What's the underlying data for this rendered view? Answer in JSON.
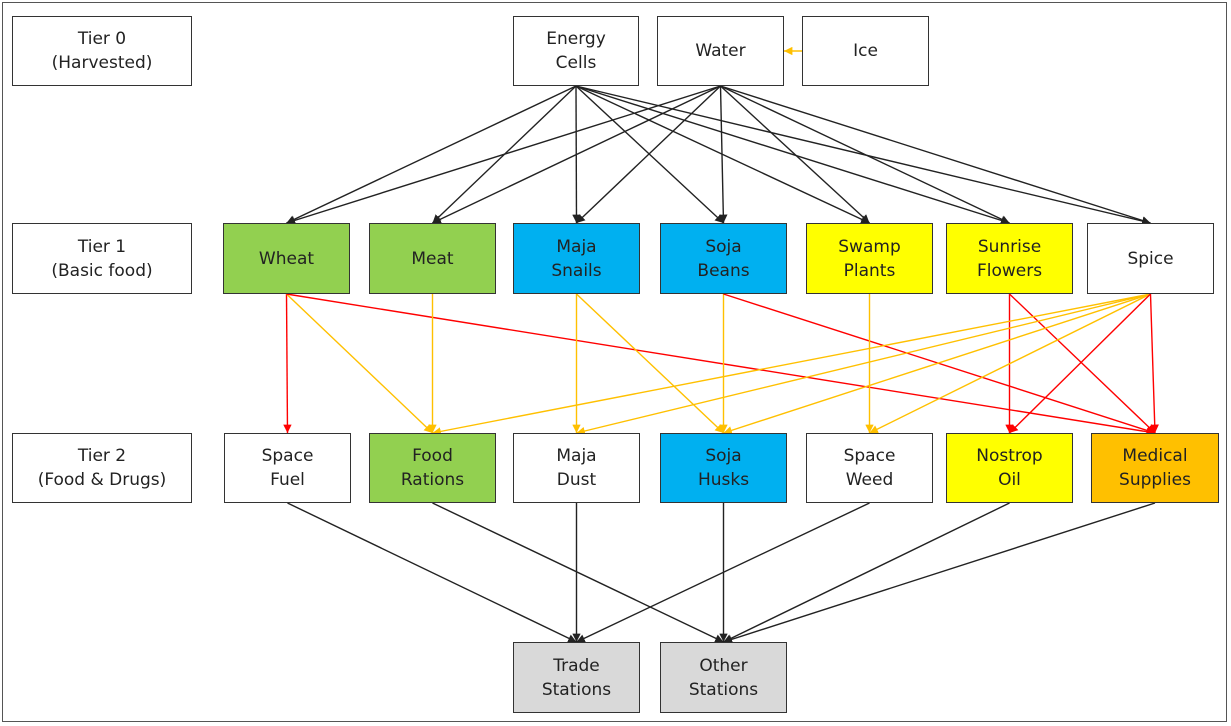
{
  "tiers": [
    {
      "id": "tier0",
      "label": "Tier 0\n(Harvested)"
    },
    {
      "id": "tier1",
      "label": "Tier 1\n(Basic food)"
    },
    {
      "id": "tier2",
      "label": "Tier 2\n(Food & Drugs)"
    }
  ],
  "colors": {
    "green": "#92d050",
    "blue": "#00b0f0",
    "yellow": "#ffff00",
    "orange": "#ffc000",
    "grey": "#d9d9d9",
    "white": "#ffffff",
    "edge_black": "#222222",
    "edge_orange": "#ffc000",
    "edge_red": "#ff0000"
  },
  "nodes": [
    {
      "id": "energy_cells",
      "label": "Energy\nCells",
      "tier": 0,
      "color": "white"
    },
    {
      "id": "water",
      "label": "Water",
      "tier": 0,
      "color": "white"
    },
    {
      "id": "ice",
      "label": "Ice",
      "tier": 0,
      "color": "white"
    },
    {
      "id": "wheat",
      "label": "Wheat",
      "tier": 1,
      "color": "green"
    },
    {
      "id": "meat",
      "label": "Meat",
      "tier": 1,
      "color": "green"
    },
    {
      "id": "maja_snails",
      "label": "Maja\nSnails",
      "tier": 1,
      "color": "blue"
    },
    {
      "id": "soja_beans",
      "label": "Soja\nBeans",
      "tier": 1,
      "color": "blue"
    },
    {
      "id": "swamp_plants",
      "label": "Swamp\nPlants",
      "tier": 1,
      "color": "yellow"
    },
    {
      "id": "sunrise_flowers",
      "label": "Sunrise\nFlowers",
      "tier": 1,
      "color": "yellow"
    },
    {
      "id": "spice",
      "label": "Spice",
      "tier": 1,
      "color": "white"
    },
    {
      "id": "space_fuel",
      "label": "Space\nFuel",
      "tier": 2,
      "color": "white"
    },
    {
      "id": "food_rations",
      "label": "Food\nRations",
      "tier": 2,
      "color": "green"
    },
    {
      "id": "maja_dust",
      "label": "Maja\nDust",
      "tier": 2,
      "color": "white"
    },
    {
      "id": "soja_husks",
      "label": "Soja\nHusks",
      "tier": 2,
      "color": "blue"
    },
    {
      "id": "space_weed",
      "label": "Space\nWeed",
      "tier": 2,
      "color": "white"
    },
    {
      "id": "nostrop_oil",
      "label": "Nostrop\nOil",
      "tier": 2,
      "color": "yellow"
    },
    {
      "id": "medical_supplies",
      "label": "Medical\nSupplies",
      "tier": 2,
      "color": "orange"
    },
    {
      "id": "trade_stations",
      "label": "Trade\nStations",
      "tier": 3,
      "color": "grey"
    },
    {
      "id": "other_stations",
      "label": "Other\nStations",
      "tier": 3,
      "color": "grey"
    }
  ],
  "edges": [
    {
      "from": "ice",
      "to": "water",
      "color": "edge_orange"
    },
    {
      "from": "energy_cells",
      "to": "wheat",
      "color": "edge_black"
    },
    {
      "from": "energy_cells",
      "to": "meat",
      "color": "edge_black"
    },
    {
      "from": "energy_cells",
      "to": "maja_snails",
      "color": "edge_black"
    },
    {
      "from": "energy_cells",
      "to": "soja_beans",
      "color": "edge_black"
    },
    {
      "from": "energy_cells",
      "to": "swamp_plants",
      "color": "edge_black"
    },
    {
      "from": "energy_cells",
      "to": "sunrise_flowers",
      "color": "edge_black"
    },
    {
      "from": "energy_cells",
      "to": "spice",
      "color": "edge_black"
    },
    {
      "from": "water",
      "to": "wheat",
      "color": "edge_black"
    },
    {
      "from": "water",
      "to": "meat",
      "color": "edge_black"
    },
    {
      "from": "water",
      "to": "maja_snails",
      "color": "edge_black"
    },
    {
      "from": "water",
      "to": "soja_beans",
      "color": "edge_black"
    },
    {
      "from": "water",
      "to": "swamp_plants",
      "color": "edge_black"
    },
    {
      "from": "water",
      "to": "sunrise_flowers",
      "color": "edge_black"
    },
    {
      "from": "water",
      "to": "spice",
      "color": "edge_black"
    },
    {
      "from": "wheat",
      "to": "space_fuel",
      "color": "edge_red"
    },
    {
      "from": "wheat",
      "to": "food_rations",
      "color": "edge_orange"
    },
    {
      "from": "wheat",
      "to": "medical_supplies",
      "color": "edge_red"
    },
    {
      "from": "meat",
      "to": "food_rations",
      "color": "edge_orange"
    },
    {
      "from": "maja_snails",
      "to": "maja_dust",
      "color": "edge_orange"
    },
    {
      "from": "maja_snails",
      "to": "soja_husks",
      "color": "edge_orange"
    },
    {
      "from": "soja_beans",
      "to": "soja_husks",
      "color": "edge_orange"
    },
    {
      "from": "soja_beans",
      "to": "medical_supplies",
      "color": "edge_red"
    },
    {
      "from": "swamp_plants",
      "to": "space_weed",
      "color": "edge_orange"
    },
    {
      "from": "sunrise_flowers",
      "to": "nostrop_oil",
      "color": "edge_red"
    },
    {
      "from": "sunrise_flowers",
      "to": "medical_supplies",
      "color": "edge_red"
    },
    {
      "from": "spice",
      "to": "food_rations",
      "color": "edge_orange"
    },
    {
      "from": "spice",
      "to": "maja_dust",
      "color": "edge_orange"
    },
    {
      "from": "spice",
      "to": "soja_husks",
      "color": "edge_orange"
    },
    {
      "from": "spice",
      "to": "space_weed",
      "color": "edge_orange"
    },
    {
      "from": "spice",
      "to": "nostrop_oil",
      "color": "edge_red"
    },
    {
      "from": "spice",
      "to": "medical_supplies",
      "color": "edge_red"
    },
    {
      "from": "space_fuel",
      "to": "trade_stations",
      "color": "edge_black"
    },
    {
      "from": "food_rations",
      "to": "other_stations",
      "color": "edge_black"
    },
    {
      "from": "maja_dust",
      "to": "trade_stations",
      "color": "edge_black"
    },
    {
      "from": "soja_husks",
      "to": "other_stations",
      "color": "edge_black"
    },
    {
      "from": "space_weed",
      "to": "trade_stations",
      "color": "edge_black"
    },
    {
      "from": "nostrop_oil",
      "to": "other_stations",
      "color": "edge_black"
    },
    {
      "from": "medical_supplies",
      "to": "other_stations",
      "color": "edge_black"
    }
  ]
}
